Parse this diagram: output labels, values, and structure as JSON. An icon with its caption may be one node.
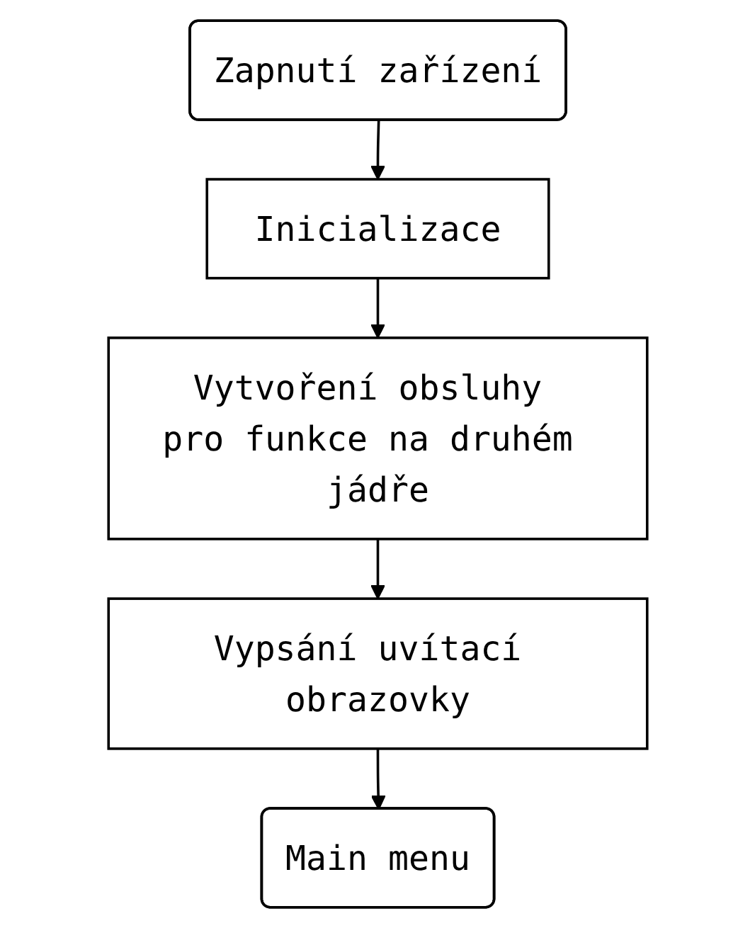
{
  "diagram": {
    "nodes": [
      {
        "text": [
          "Zapnutí zařízení"
        ]
      },
      {
        "text": [
          "Inicializace"
        ]
      },
      {
        "text": [
          "Vytvoření obsluhy pro funkce na druhém jádře"
        ]
      },
      {
        "text": [
          "Vypsání uvítací obrazovky"
        ]
      },
      {
        "text": [
          "Main menu"
        ]
      }
    ],
    "edges": [
      {
        "from": 0,
        "to": 1,
        "arrow": "to"
      },
      {
        "from": 1,
        "to": 2,
        "arrow": "to"
      },
      {
        "from": 2,
        "to": 3,
        "arrow": "to"
      },
      {
        "from": 3,
        "to": 4,
        "arrow": "to"
      }
    ]
  }
}
